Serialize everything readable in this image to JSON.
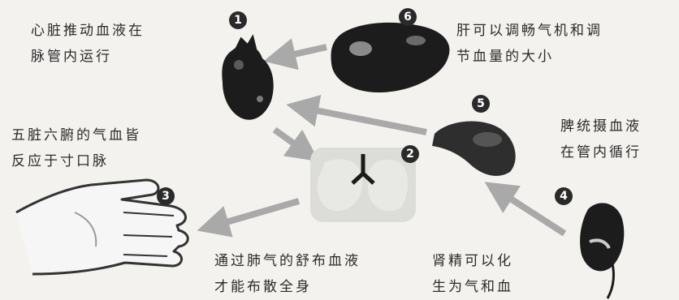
{
  "badges": [
    "1",
    "2",
    "3",
    "4",
    "5",
    "6"
  ],
  "captions": {
    "heart": [
      "心脏推动血液在",
      "脉管内运行"
    ],
    "lung": [
      "通过肺气的舒布血液",
      "才能布散全身"
    ],
    "pulse": [
      "五脏六腑的气血皆",
      "反应于寸口脉"
    ],
    "kidney": [
      "肾精可以化",
      "生为气和血"
    ],
    "spleen": [
      "脾统摄血液",
      "在管内循行"
    ],
    "liver": [
      "肝可以调畅气机和调",
      "节血量的大小"
    ]
  },
  "colors": {
    "arrow": "#a9a9a9",
    "organ_dark": "#1c1c1c",
    "spleen": "#2e2e2e",
    "lung": "#dcdcd8",
    "hand_outline": "#333333",
    "hand_fill": "#f6f6f6",
    "text": "#2b2b2b"
  }
}
